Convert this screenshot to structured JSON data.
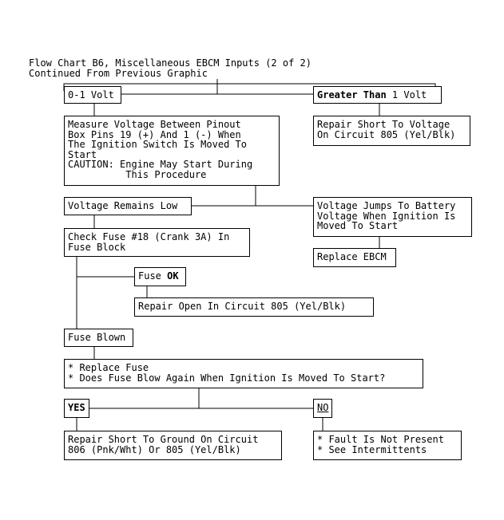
{
  "title_line1": "Flow Chart B6, Miscellaneous EBCM Inputs (2 of 2)",
  "title_line2": "Continued From Previous Graphic",
  "n01": "0-1 Volt",
  "n02_bold": "Greater Than",
  "n02_rest": " 1 Volt",
  "n03": "Measure Voltage Between Pinout\nBox Pins 19 (+) And 1 (-) When\nThe Ignition Switch Is Moved To\nStart\nCAUTION: Engine May Start During\n          This Procedure",
  "n04": "Repair Short To Voltage\nOn Circuit 805 (Yel/Blk)",
  "n05": "Voltage Remains Low",
  "n06": "Voltage Jumps To Battery\nVoltage When Ignition Is\nMoved To Start",
  "n07": "Check Fuse #18 (Crank 3A) In\nFuse Block",
  "n08": "Replace EBCM",
  "n09_plain": "Fuse ",
  "n09_bold": "OK",
  "n10": "Repair Open In Circuit 805 (Yel/Blk)",
  "n11": "Fuse Blown",
  "n12": "* Replace Fuse\n* Does Fuse Blow Again When Ignition Is Moved To Start?",
  "n13": "YES",
  "n14": "NO",
  "n15": "Repair Short To Ground On Circuit\n806 (Pnk/Wht) Or 805 (Yel/Blk)",
  "n16": "* Fault Is Not Present\n* See Intermittents"
}
